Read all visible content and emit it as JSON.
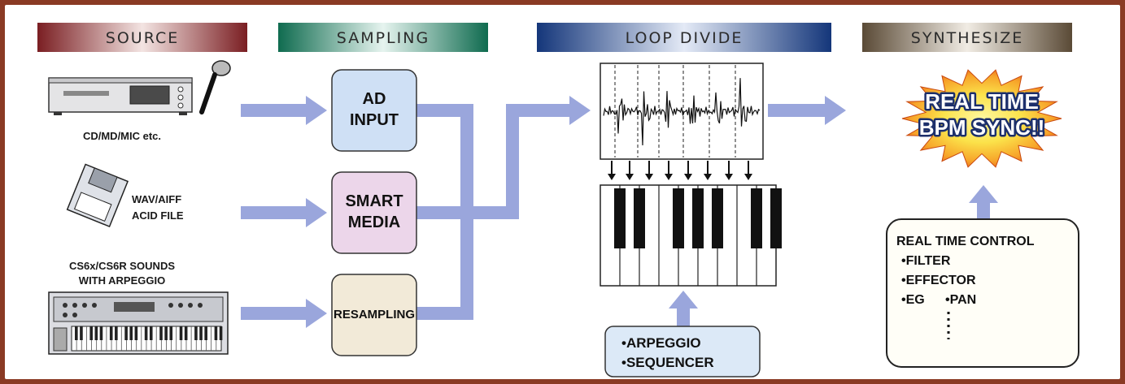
{
  "headers": {
    "source": "SOURCE",
    "sampling": "SAMPLING",
    "loop_divide": "LOOP DIVIDE",
    "synthesize": "SYNTHESIZE"
  },
  "sources": {
    "cd_label": "CD/MD/MIC etc.",
    "file_label_1": "WAV/AIFF",
    "file_label_2": "ACID FILE",
    "synth_label_1": "CS6x/CS6R SOUNDS",
    "synth_label_2": "WITH ARPEGGIO"
  },
  "sampling": {
    "ad_line1": "AD",
    "ad_line2": "INPUT",
    "smart_line1": "SMART",
    "smart_line2": "MEDIA",
    "resampling": "RESAMPLING"
  },
  "loop_divide": {
    "arpeggio": "•ARPEGGIO",
    "sequencer": "•SEQUENCER"
  },
  "synthesize": {
    "burst_line1": "REAL TIME",
    "burst_line2": "BPM SYNC!!",
    "control_title": "REAL TIME CONTROL",
    "control_filter": "•FILTER",
    "control_effector": "•EFFECTOR",
    "control_eg": "•EG",
    "control_pan": "•PAN"
  },
  "colors": {
    "source_header": "#a8323a",
    "sampling_header": "#1f8a6a",
    "loop_header": "#1f4fa0",
    "synth_header": "#7a6a52",
    "arrow": "#9aa6dc",
    "ad_box": "#cfe0f5",
    "smart_box": "#ecd6ea",
    "resampling_box": "#f2ead8",
    "arpeggio_box": "#dce9f7",
    "burst_orange": "#f08a1c",
    "burst_yellow": "#fbe24a"
  }
}
